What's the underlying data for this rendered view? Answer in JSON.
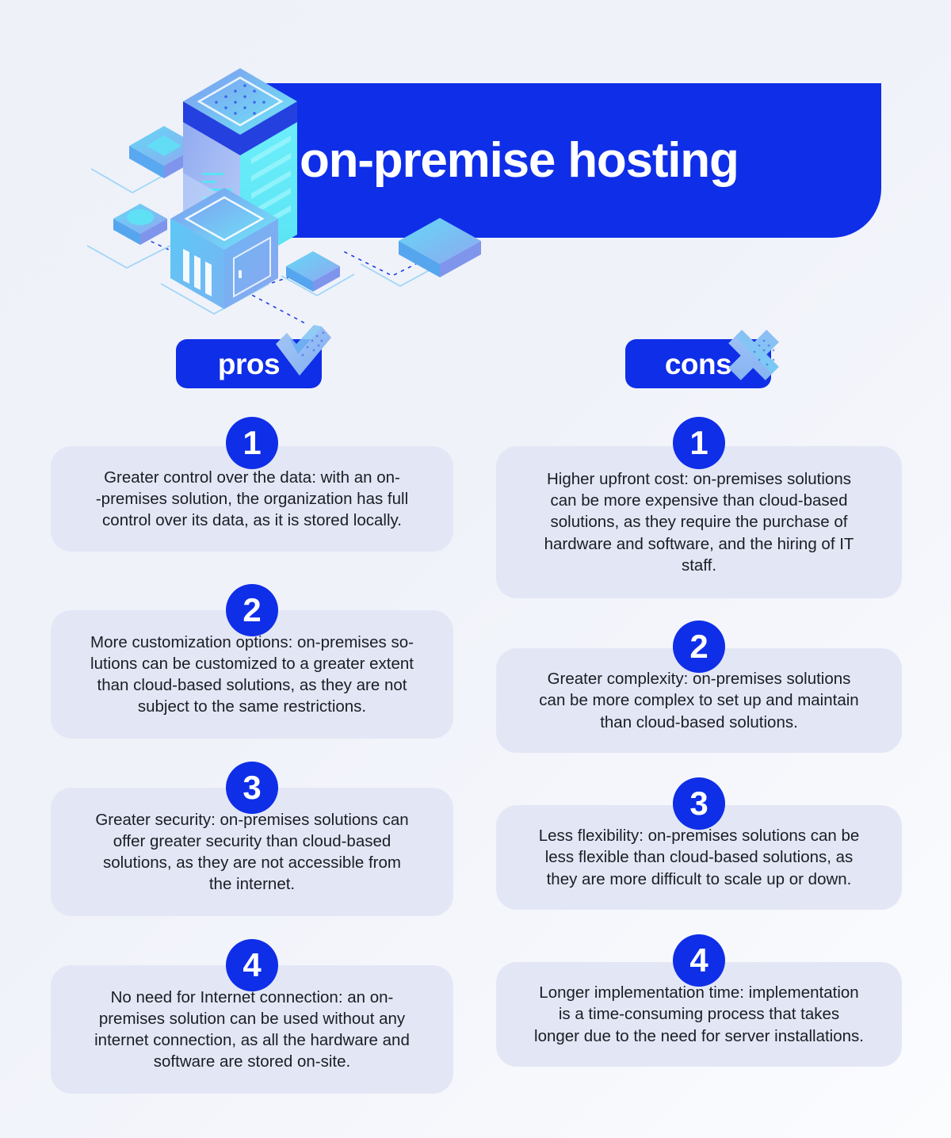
{
  "header": {
    "title": "on-premise hosting",
    "illustration": "isometric-server-network"
  },
  "columns": [
    {
      "key": "pros",
      "label": "pros",
      "mark_icon": "check-mark-icon",
      "items": [
        {
          "number": "1",
          "text": "Greater control over the data: with an on-\n-premises solution, the organization has full\ncontrol over its data, as it is stored locally."
        },
        {
          "number": "2",
          "text": "More customization options: on-premises so-\nlutions can be customized to a greater extent\nthan cloud-based solutions, as they are not\nsubject to the same restrictions."
        },
        {
          "number": "3",
          "text": "Greater security: on-premises solutions can\noffer greater security than cloud-based\nsolutions, as they are not accessible from\nthe internet."
        },
        {
          "number": "4",
          "text": "No need for Internet connection: an on-\npremises solution can be used without any\ninternet connection, as all the hardware and\nsoftware are stored on-site."
        }
      ]
    },
    {
      "key": "cons",
      "label": "cons",
      "mark_icon": "cross-mark-icon",
      "items": [
        {
          "number": "1",
          "text": "Higher upfront cost: on-premises solutions\ncan be more expensive than cloud-based\nsolutions, as they require the purchase of\nhardware and software, and the hiring of IT\nstaff."
        },
        {
          "number": "2",
          "text": "Greater complexity: on-premises solutions\ncan be more complex to set up and maintain\nthan cloud-based solutions."
        },
        {
          "number": "3",
          "text": "Less flexibility: on-premises solutions can be\nless flexible than cloud-based solutions, as\nthey are more difficult to scale up or down."
        },
        {
          "number": "4",
          "text": "Longer implementation time: implementation\nis a time-consuming process that takes\nlonger due to the need for server installations."
        }
      ]
    }
  ],
  "colors": {
    "brand_blue": "#0f2ee8",
    "card_bg": "#e3e7f5",
    "page_bg": "#eff1f9",
    "text": "#1b1d24",
    "accent_cyan": "#5ee7f5",
    "accent_light_blue": "#7fa8f0"
  }
}
